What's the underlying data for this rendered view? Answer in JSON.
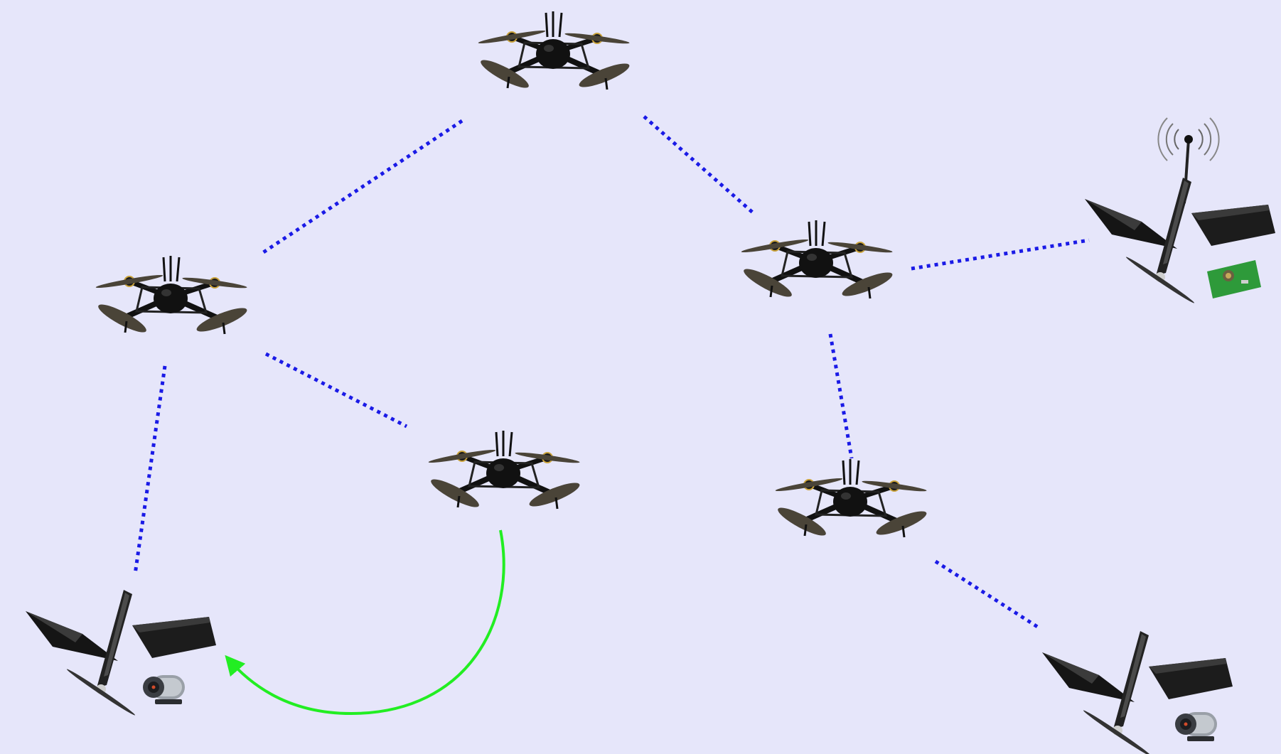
{
  "colors": {
    "background": "#e6e6fa",
    "link": "#1a1ae6",
    "arrow": "#22ee22",
    "drone_body": "#111111",
    "propeller": "#4a4438",
    "motor_accent": "#c9a23a",
    "camera": "#9aa0a8",
    "sensor_board": "#2e9a3a"
  },
  "nodes": [
    {
      "id": "quad-top",
      "kind": "quadcopter",
      "icon": "quadcopter-icon"
    },
    {
      "id": "quad-left",
      "kind": "quadcopter",
      "icon": "quadcopter-icon"
    },
    {
      "id": "quad-right",
      "kind": "quadcopter",
      "icon": "quadcopter-icon"
    },
    {
      "id": "quad-center",
      "kind": "quadcopter",
      "icon": "quadcopter-icon"
    },
    {
      "id": "quad-lower-right",
      "kind": "quadcopter",
      "icon": "quadcopter-icon"
    },
    {
      "id": "wing-bottom-left",
      "kind": "fixed-wing",
      "icon": "fixed-wing-drone-icon",
      "payload": "camera-icon"
    },
    {
      "id": "wing-right",
      "kind": "fixed-wing",
      "icon": "fixed-wing-drone-icon",
      "payload": "sensor-board-icon",
      "extra": "antenna-icon"
    },
    {
      "id": "wing-bottom-right",
      "kind": "fixed-wing",
      "icon": "fixed-wing-drone-icon",
      "payload": "camera-icon"
    }
  ],
  "links": [
    {
      "from": "quad-top",
      "to": "quad-left",
      "style": "dotted"
    },
    {
      "from": "quad-top",
      "to": "quad-right",
      "style": "dotted"
    },
    {
      "from": "quad-left",
      "to": "quad-center",
      "style": "dotted"
    },
    {
      "from": "quad-left",
      "to": "wing-bottom-left",
      "style": "dotted"
    },
    {
      "from": "quad-right",
      "to": "wing-right",
      "style": "dotted"
    },
    {
      "from": "quad-right",
      "to": "quad-lower-right",
      "style": "dotted"
    },
    {
      "from": "quad-lower-right",
      "to": "wing-bottom-right",
      "style": "dotted"
    }
  ],
  "arrows": [
    {
      "from": "quad-center",
      "to": "wing-bottom-left",
      "style": "curved-solid"
    }
  ]
}
